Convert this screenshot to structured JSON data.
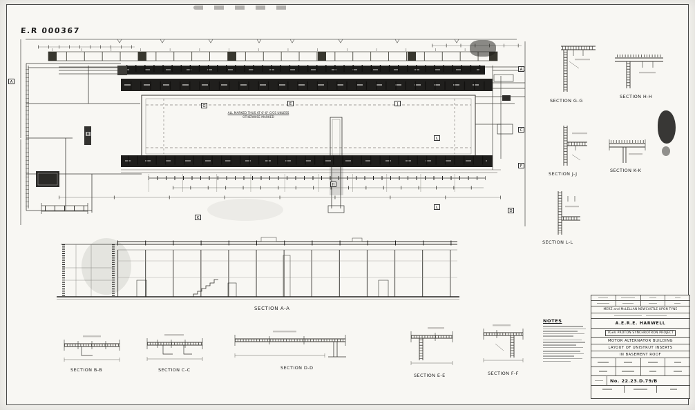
{
  "stamp": {
    "text": "E.R 000367"
  },
  "plan": {
    "note_line1": "ALL MARKED THUS AT 6'-0\" C/CS UNLESS",
    "note_line2": "OTHERWISE MARKED",
    "markers": [
      {
        "label": "A"
      },
      {
        "label": "A"
      },
      {
        "label": "B"
      },
      {
        "label": "C"
      },
      {
        "label": "F"
      },
      {
        "label": "G"
      },
      {
        "label": "E"
      },
      {
        "label": "J"
      },
      {
        "label": "H"
      },
      {
        "label": "K"
      },
      {
        "label": "L"
      },
      {
        "label": "L"
      },
      {
        "label": "D"
      }
    ]
  },
  "sections": {
    "aa": "SECTION A-A",
    "bb": "SECTION B-B",
    "cc": "SECTION C-C",
    "dd": "SECTION D-D",
    "ee": "SECTION E-E",
    "ff": "SECTION F-F",
    "gg": "SECTION G-G",
    "hh": "SECTION H-H",
    "jj": "SECTION J-J",
    "kk": "SECTION K-K",
    "ll": "SECTION L-L"
  },
  "notes": {
    "heading": "NOTES"
  },
  "title_block": {
    "firm": "MERZ and McLELLAN NEWCASTLE UPON TYNE",
    "client": "A.E.R.E. HARWELL",
    "project": "7GeV PROTON SYNCHROTRON PROJECT",
    "line1": "MOTOR ALTERNATOR BUILDING",
    "line2": "LAYOUT OF UNISTRUT INSERTS",
    "line3": "IN BASEMENT ROOF",
    "number_label": "No.",
    "number": "22.23.D.79/B"
  }
}
